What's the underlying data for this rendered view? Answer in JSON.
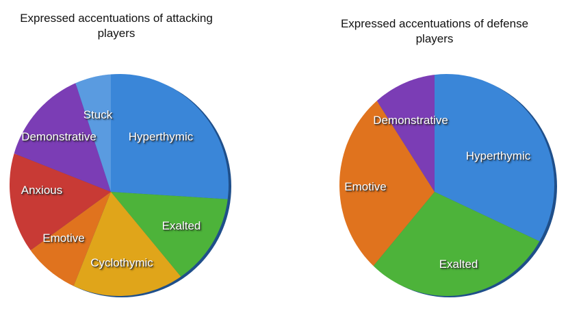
{
  "chart_data": [
    {
      "type": "pie",
      "title": "Expressed accentuations of attacking players",
      "labels": [
        "Hyperthymic",
        "Exalted",
        "Cyclothymic",
        "Emotive",
        "Anxious",
        "Demonstrative",
        "Stuck"
      ],
      "values": [
        26,
        13,
        17,
        9,
        16,
        14,
        5
      ],
      "colors": [
        "#3a86d8",
        "#4db33a",
        "#e0a51a",
        "#e0731e",
        "#c83a35",
        "#7b3db5",
        "#5a9be0"
      ]
    },
    {
      "type": "pie",
      "title": "Expressed accentuations of defense players",
      "labels": [
        "Hyperthymic",
        "Exalted",
        "Emotive",
        "Demonstrative"
      ],
      "values": [
        32,
        29,
        30,
        9
      ],
      "colors": [
        "#3a86d8",
        "#4db33a",
        "#e0731e",
        "#7b3db5"
      ]
    }
  ]
}
